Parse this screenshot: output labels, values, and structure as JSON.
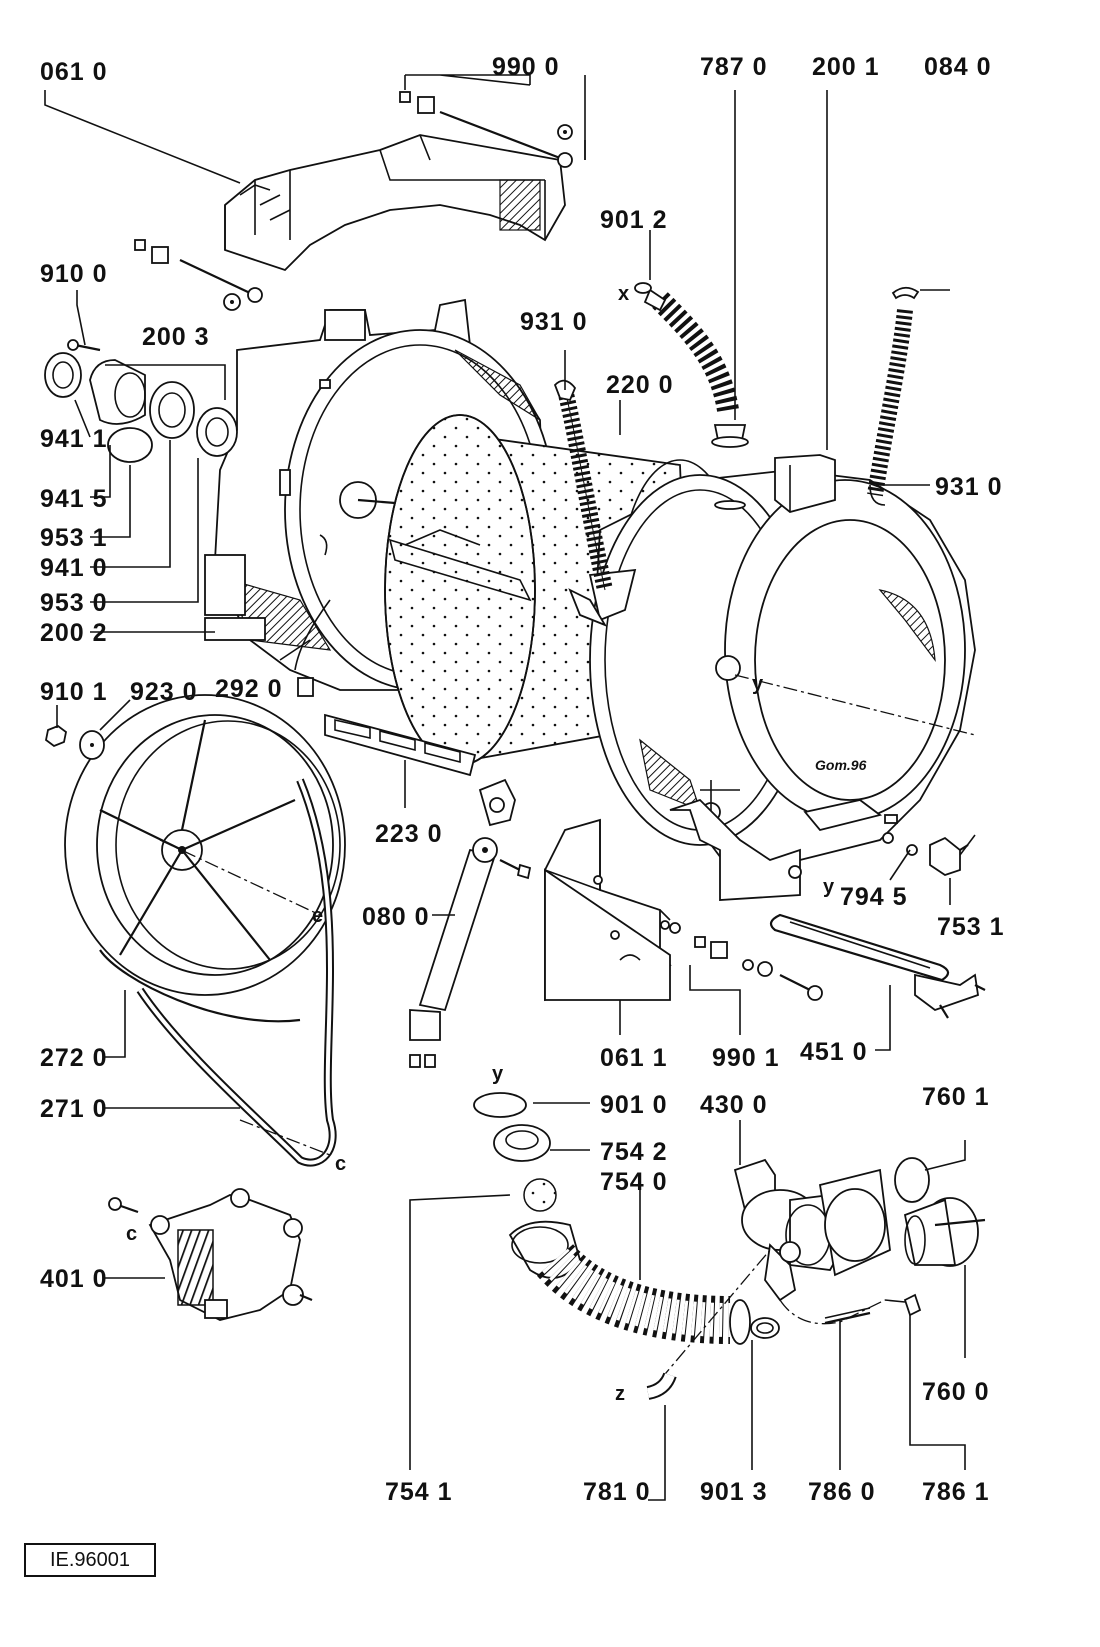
{
  "diagram": {
    "reference_code": "IE.96001",
    "part_labels": [
      "061 0",
      "990 0",
      "787 0",
      "200 1",
      "084 0",
      "901 2",
      "910 0",
      "200 3",
      "931 0",
      "220 0",
      "931 0",
      "941 1",
      "941 5",
      "953 1",
      "941 0",
      "953 0",
      "200 2",
      "910 1",
      "923 0",
      "292 0",
      "223 0",
      "080 0",
      "794 5",
      "753 1",
      "272 0",
      "061 1",
      "990 1",
      "451 0",
      "271 0",
      "901 0",
      "430 0",
      "760 1",
      "754 2",
      "754 0",
      "401 0",
      "760 0",
      "754 1",
      "781 0",
      "901 3",
      "786 0",
      "786 1"
    ],
    "letter_labels": [
      "x",
      "y",
      "e",
      "y",
      "y",
      "c",
      "c",
      "z"
    ]
  },
  "colors": {
    "ink": "#111111",
    "paper": "#ffffff"
  }
}
